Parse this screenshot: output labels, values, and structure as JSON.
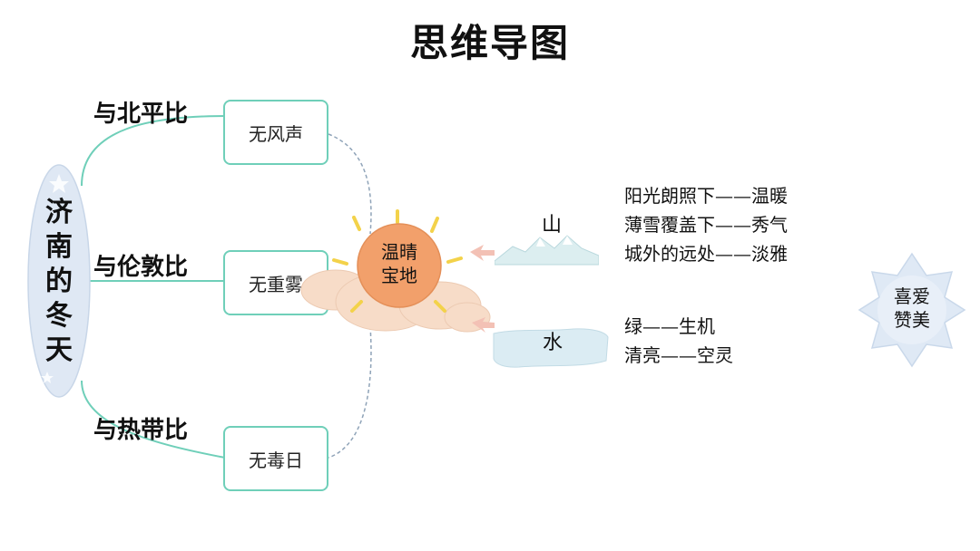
{
  "title": "思维导图",
  "root": {
    "label": "济南的冬天"
  },
  "comparisons": [
    {
      "label": "与北平比",
      "result": "无风声"
    },
    {
      "label": "与伦敦比",
      "result": "无重雾"
    },
    {
      "label": "与热带比",
      "result": "无毒日"
    }
  ],
  "sun": {
    "line1": "温晴",
    "line2": "宝地"
  },
  "mountain": {
    "label": "山",
    "lines": [
      "阳光朗照下——温暖",
      "薄雪覆盖下——秀气",
      "城外的远处——淡雅"
    ]
  },
  "water": {
    "label": "水",
    "lines": [
      "绿——生机",
      "清亮——空灵"
    ]
  },
  "emotion": {
    "line1": "喜爱",
    "line2": "赞美"
  },
  "colors": {
    "box_border": "#6fcfb9",
    "sun": "#f2a06b",
    "bubble": "#dfe8f4"
  }
}
